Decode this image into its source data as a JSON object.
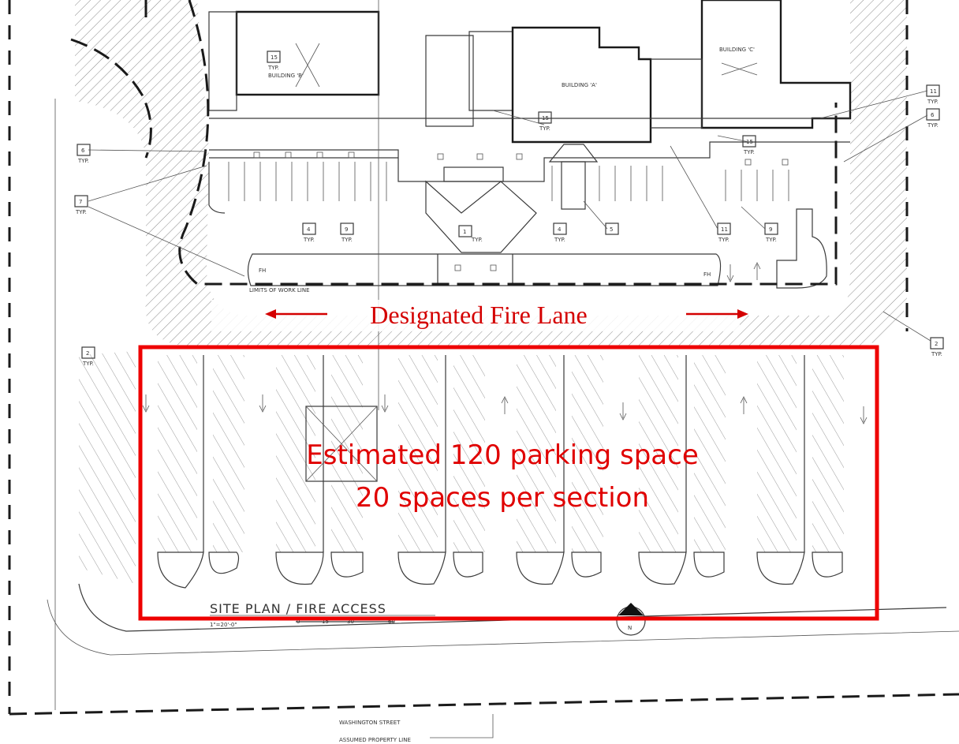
{
  "annotations": {
    "fire_lane": "Designated Fire Lane",
    "parking_line1": "Estimated 120 parking space",
    "parking_line2": "20 spaces per section"
  },
  "colors": {
    "annotation_red": "#e00000",
    "drawing_ink": "#333333",
    "hatch": "#8c8c8c"
  },
  "buildings": [
    "BUILDING 'B'",
    "BUILDING 'A'",
    "BUILDING 'C'"
  ],
  "plan_title": "SITE PLAN / FIRE ACCESS",
  "scale": {
    "label": "1\"=20'-0\"",
    "ticks": [
      "0",
      "15",
      "30",
      "60"
    ]
  },
  "north": "N",
  "street": "WASHINGTON STREET",
  "property_line": "ASSUMED PROPERTY LINE",
  "work_line": "LIMITS OF WORK LINE",
  "typ": "TYP.",
  "fh": "FH",
  "keynotes": {
    "k15a": "15",
    "k15b": "15",
    "k15c": "15",
    "k11a": "11",
    "k11b": "11",
    "k6a": "6",
    "k6b": "6",
    "k7": "7",
    "k4a": "4",
    "k4b": "4",
    "k9a": "9",
    "k9b": "9",
    "k1": "1",
    "k5": "5",
    "k2a": "2",
    "k2b": "2"
  }
}
